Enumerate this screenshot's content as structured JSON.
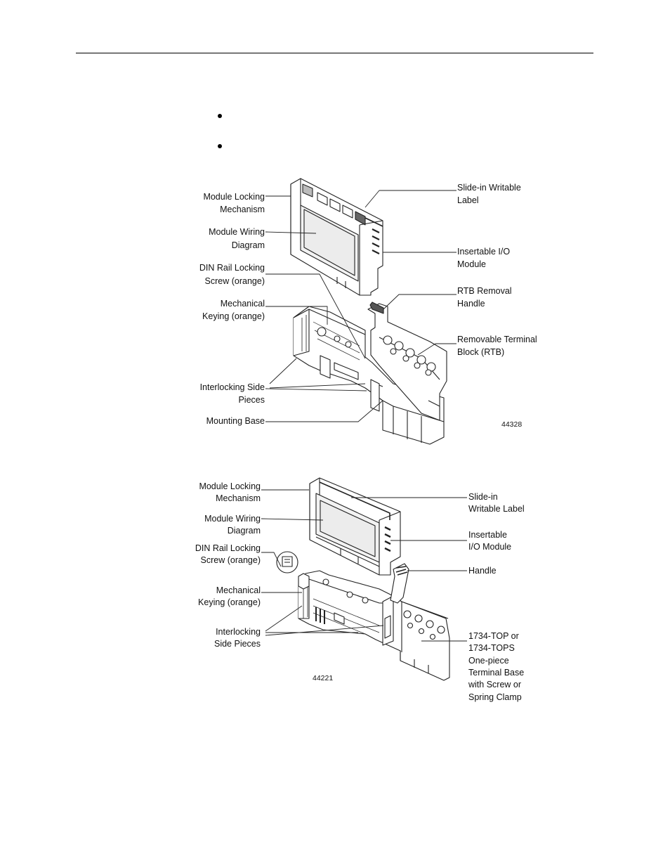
{
  "figure1": {
    "labels": {
      "module_locking": [
        "Module Locking",
        "Mechanism"
      ],
      "wiring_diagram": [
        "Module Wiring",
        "Diagram"
      ],
      "din_rail": [
        "DIN Rail Locking",
        "Screw (orange)"
      ],
      "mech_keying": [
        "Mechanical",
        "Keying (orange)"
      ],
      "interlocking": [
        "Interlocking Side",
        "Pieces"
      ],
      "mounting_base": [
        "Mounting Base"
      ],
      "slide_label": [
        "Slide-in Writable",
        "Label"
      ],
      "io_module": [
        "Insertable I/O",
        "Module"
      ],
      "rtb_handle": [
        "RTB Removal",
        "Handle"
      ],
      "rtb": [
        "Removable Terminal",
        "Block (RTB)"
      ]
    },
    "figure_number": "44328"
  },
  "figure2": {
    "labels": {
      "module_locking": [
        "Module Locking",
        "Mechanism"
      ],
      "wiring_diagram": [
        "Module Wiring",
        "Diagram"
      ],
      "din_rail": [
        "DIN Rail Locking",
        "Screw (orange)"
      ],
      "mech_keying": [
        "Mechanical",
        "Keying (orange)"
      ],
      "interlocking": [
        "Interlocking",
        "Side Pieces"
      ],
      "slide_label": [
        "Slide-in",
        "Writable Label"
      ],
      "io_module": [
        "Insertable",
        "I/O Module"
      ],
      "handle": [
        "Handle"
      ],
      "terminal_base": [
        "1734-TOP or",
        "1734-TOPS",
        "One-piece",
        "Terminal Base",
        "with Screw or",
        "Spring Clamp"
      ]
    },
    "figure_number": "44221"
  }
}
